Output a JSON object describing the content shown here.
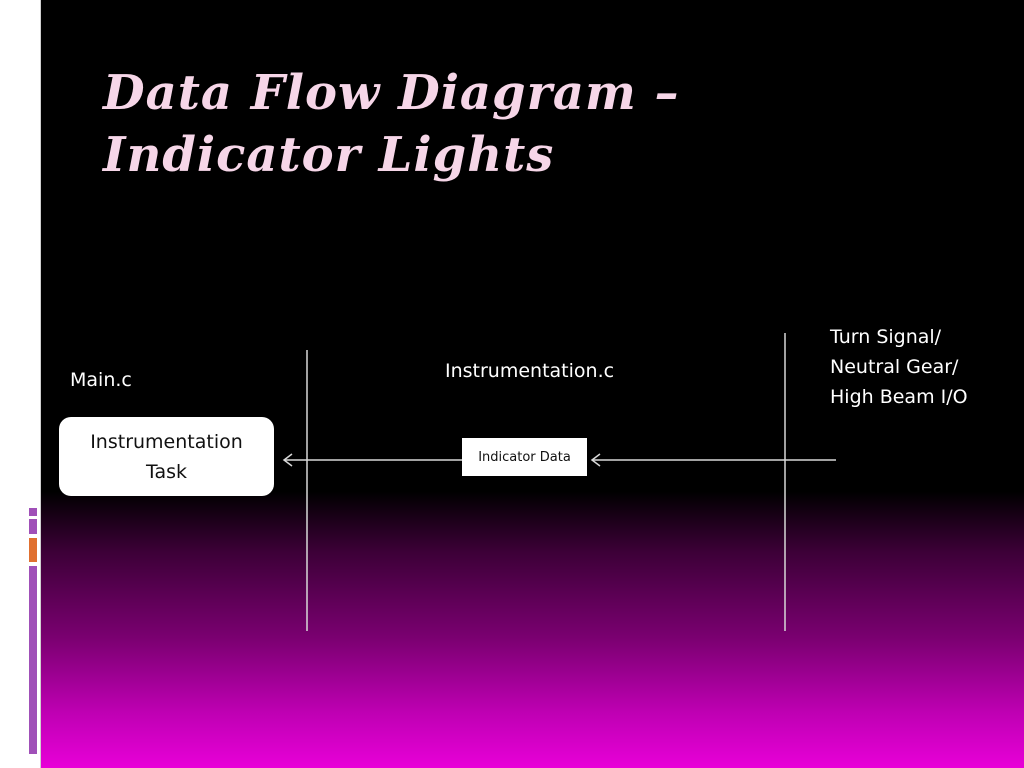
{
  "title": {
    "line1": "Data Flow Diagram –",
    "line2": "Indicator Lights"
  },
  "labels": {
    "main": "Main.c",
    "instrumentation": "Instrumentation.c",
    "io_line1": "Turn Signal/",
    "io_line2": "Neutral Gear/",
    "io_line3": "High Beam I/O"
  },
  "task_box": {
    "line1": "Instrumentation",
    "line2": "Task"
  },
  "data_box": {
    "label": "Indicator Data"
  },
  "colors": {
    "title": "#f6d6e8",
    "background": "#000000",
    "gradient_bottom": "#e800d8",
    "accent_purple": "#a050b8",
    "accent_orange": "#e07030"
  }
}
